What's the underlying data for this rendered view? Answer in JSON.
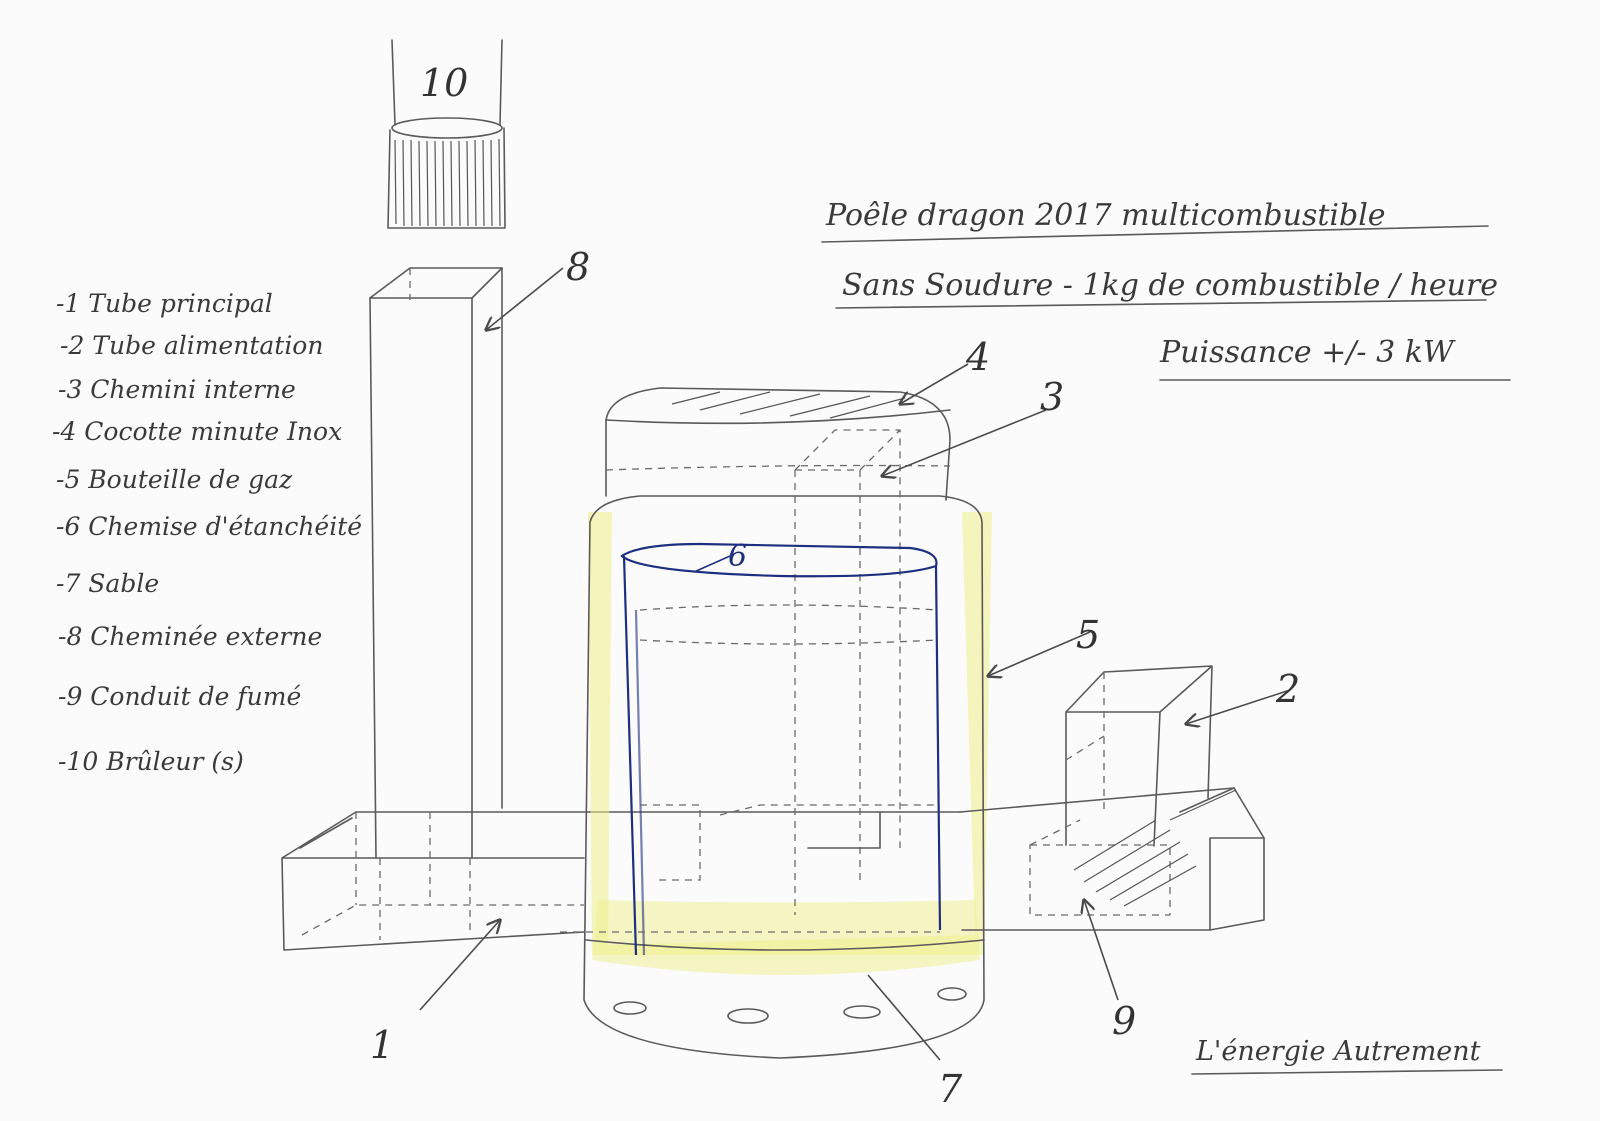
{
  "title": {
    "line1": "Poêle dragon 2017 multicombustible",
    "line2": "Sans Soudure - 1kg de combustible / heure",
    "line3": "Puissance +/- 3 kW"
  },
  "legend": [
    {
      "label": "-1 Tube principal"
    },
    {
      "label": "-2 Tube alimentation"
    },
    {
      "label": "-3 Chemini interne"
    },
    {
      "label": "-4 Cocotte minute Inox"
    },
    {
      "label": "-5 Bouteille de gaz"
    },
    {
      "label": "-6 Chemise d'étanchéité"
    },
    {
      "label": "-7 Sable"
    },
    {
      "label": "-8 Cheminée externe"
    },
    {
      "label": "-9 Conduit de fumé"
    },
    {
      "label": "-10 Brûleur (s)"
    }
  ],
  "callouts": {
    "n1": "1",
    "n2": "2",
    "n3": "3",
    "n4": "4",
    "n5": "5",
    "n6": "6",
    "n7": "7",
    "n8": "8",
    "n9": "9",
    "n10": "10"
  },
  "signature": "L'énergie Autrement",
  "colors": {
    "pencil": "#5a5a5a",
    "sand": "#eef08a",
    "inner_jacket": "#1e2f80",
    "paper": "#fbfbfb"
  }
}
